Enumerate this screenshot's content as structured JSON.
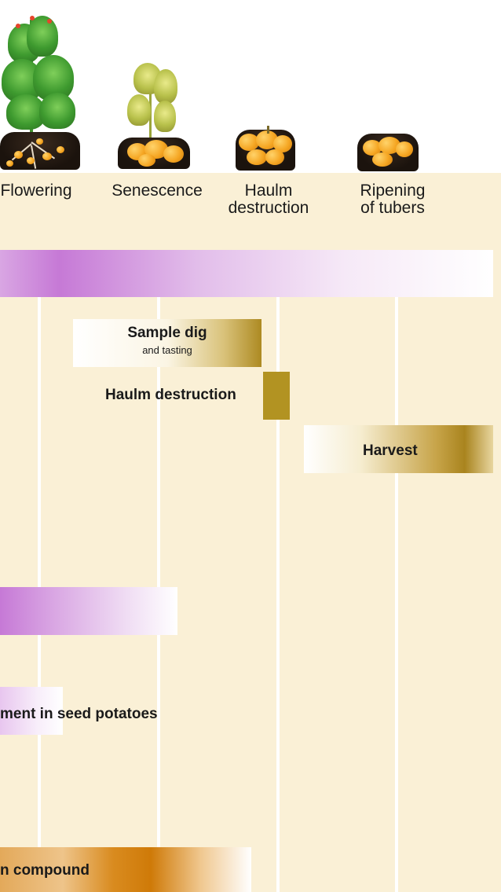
{
  "stages": [
    {
      "label": "Flowering"
    },
    {
      "label": "Senescence"
    },
    {
      "label_line1": "Haulm",
      "label_line2": "destruction"
    },
    {
      "label_line1": "Ripening",
      "label_line2": "of tubers"
    }
  ],
  "activities": {
    "sample_dig": {
      "title": "Sample dig",
      "subtitle": "and tasting"
    },
    "haulm_destruction": {
      "title": "Haulm destruction"
    },
    "harvest": {
      "title": "Harvest"
    },
    "seed_treatment": {
      "title": "ment in seed potatoes"
    },
    "compound": {
      "title": "n compound"
    }
  },
  "colors": {
    "panel": "#faf0d6",
    "purple_band": "#c98ad8",
    "olive_band": "#b8952a",
    "orange_band": "#d2800e"
  }
}
